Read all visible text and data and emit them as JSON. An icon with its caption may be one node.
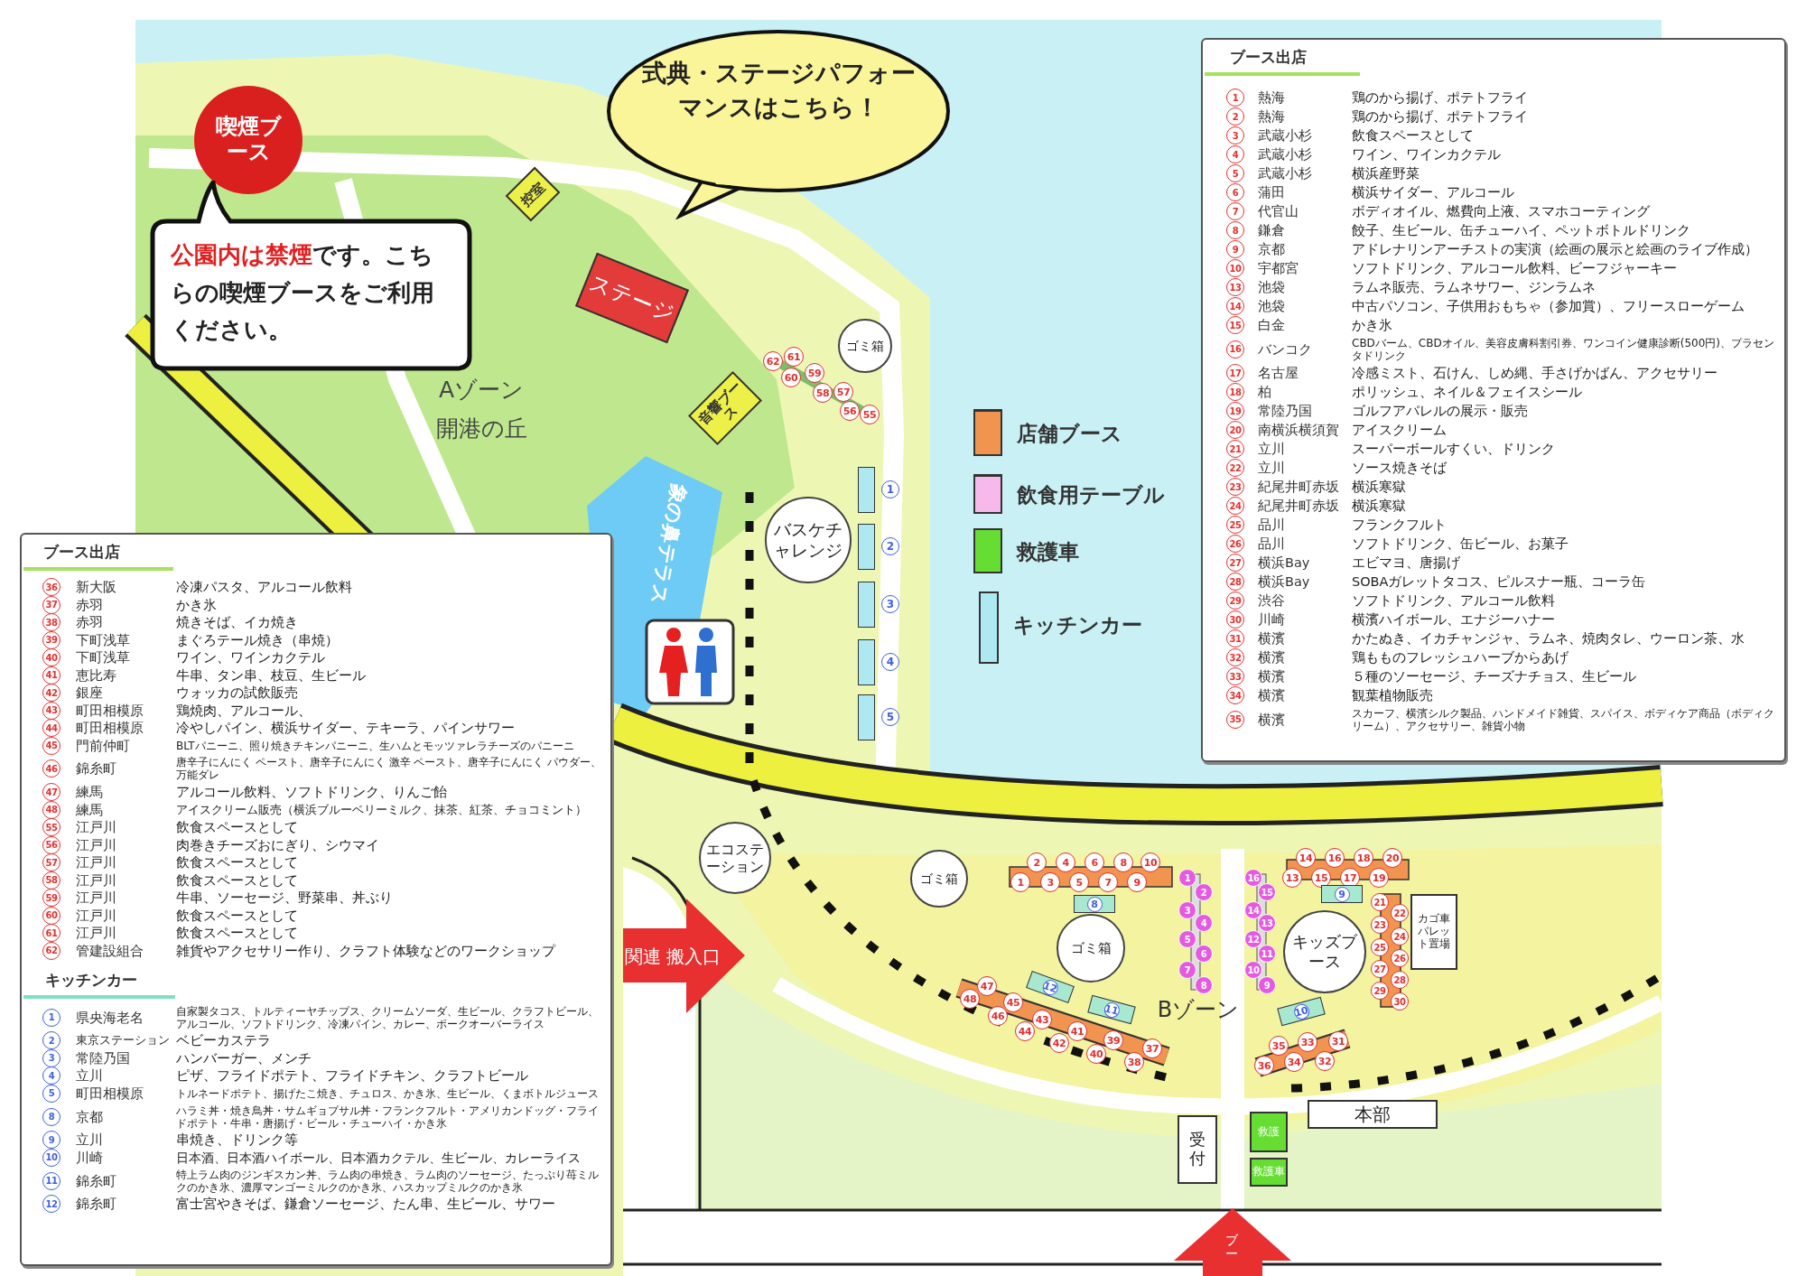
{
  "diagram": {
    "nodes": [
      {
        "text": [
          "喫煙ブース"
        ]
      },
      {
        "text": [
          "公園内は禁煙",
          "です。こちらの喫煙ブースをご利用ください。"
        ]
      },
      {
        "text": [
          "式典・ステージパフォーマンスはこちら！"
        ]
      },
      {
        "text": [
          "控室"
        ]
      },
      {
        "text": [
          "ステージ"
        ]
      },
      {
        "text": [
          "音響ブース"
        ]
      },
      {
        "text": [
          "ゴミ箱"
        ]
      },
      {
        "text": [
          "55"
        ]
      },
      {
        "text": [
          "56"
        ]
      },
      {
        "text": [
          "57"
        ]
      },
      {
        "text": [
          "58"
        ]
      },
      {
        "text": [
          "59"
        ]
      },
      {
        "text": [
          "60"
        ]
      },
      {
        "text": [
          "61"
        ]
      },
      {
        "text": [
          "62"
        ]
      },
      {
        "text": [
          "バスケチャレンジ"
        ]
      },
      {
        "text": [
          "1"
        ]
      },
      {
        "text": [
          "2"
        ]
      },
      {
        "text": [
          "3"
        ]
      },
      {
        "text": [
          "4"
        ]
      },
      {
        "text": [
          "5"
        ]
      },
      {
        "text": [
          "エコステーション"
        ]
      },
      {
        "text": [
          "ゴミ箱"
        ]
      },
      {
        "text": [
          "1"
        ]
      },
      {
        "text": [
          "2"
        ]
      },
      {
        "text": [
          "3"
        ]
      },
      {
        "text": [
          "4"
        ]
      },
      {
        "text": [
          "5"
        ]
      },
      {
        "text": [
          "6"
        ]
      },
      {
        "text": [
          "7"
        ]
      },
      {
        "text": [
          "8"
        ]
      },
      {
        "text": [
          "9"
        ]
      },
      {
        "text": [
          "10"
        ]
      },
      {
        "text": [
          "8"
        ]
      },
      {
        "text": [
          "1"
        ]
      },
      {
        "text": [
          "2"
        ]
      },
      {
        "text": [
          "3"
        ]
      },
      {
        "text": [
          "4"
        ]
      },
      {
        "text": [
          "5"
        ]
      },
      {
        "text": [
          "6"
        ]
      },
      {
        "text": [
          "7"
        ]
      },
      {
        "text": [
          "8"
        ]
      },
      {
        "text": [
          "9"
        ]
      },
      {
        "text": [
          "10"
        ]
      },
      {
        "text": [
          "11"
        ]
      },
      {
        "text": [
          "12"
        ]
      },
      {
        "text": [
          "13"
        ]
      },
      {
        "text": [
          "14"
        ]
      },
      {
        "text": [
          "15"
        ]
      },
      {
        "text": [
          "16"
        ]
      },
      {
        "text": [
          "13"
        ]
      },
      {
        "text": [
          "14"
        ]
      },
      {
        "text": [
          "15"
        ]
      },
      {
        "text": [
          "16"
        ]
      },
      {
        "text": [
          "17"
        ]
      },
      {
        "text": [
          "18"
        ]
      },
      {
        "text": [
          "19"
        ]
      },
      {
        "text": [
          "20"
        ]
      },
      {
        "text": [
          "21"
        ]
      },
      {
        "text": [
          "22"
        ]
      },
      {
        "text": [
          "23"
        ]
      },
      {
        "text": [
          "24"
        ]
      },
      {
        "text": [
          "25"
        ]
      },
      {
        "text": [
          "26"
        ]
      },
      {
        "text": [
          "27"
        ]
      },
      {
        "text": [
          "28"
        ]
      },
      {
        "text": [
          "29"
        ]
      },
      {
        "text": [
          "30"
        ]
      },
      {
        "text": [
          "9"
        ]
      },
      {
        "text": [
          "キッズブース"
        ]
      },
      {
        "text": [
          "カゴ車パレット置場"
        ]
      },
      {
        "text": [
          "ゴミ箱"
        ]
      },
      {
        "text": [
          "12"
        ]
      },
      {
        "text": [
          "11"
        ]
      },
      {
        "text": [
          "10"
        ]
      },
      {
        "text": [
          "37"
        ]
      },
      {
        "text": [
          "38"
        ]
      },
      {
        "text": [
          "39"
        ]
      },
      {
        "text": [
          "40"
        ]
      },
      {
        "text": [
          "41"
        ]
      },
      {
        "text": [
          "42"
        ]
      },
      {
        "text": [
          "43"
        ]
      },
      {
        "text": [
          "44"
        ]
      },
      {
        "text": [
          "45"
        ]
      },
      {
        "text": [
          "46"
        ]
      },
      {
        "text": [
          "47"
        ]
      },
      {
        "text": [
          "48"
        ]
      },
      {
        "text": [
          "31"
        ]
      },
      {
        "text": [
          "32"
        ]
      },
      {
        "text": [
          "33"
        ]
      },
      {
        "text": [
          "34"
        ]
      },
      {
        "text": [
          "35"
        ]
      },
      {
        "text": [
          "36"
        ]
      },
      {
        "text": [
          "受付"
        ]
      },
      {
        "text": [
          "救護"
        ]
      },
      {
        "text": [
          "救護車"
        ]
      },
      {
        "text": [
          "本部"
        ]
      }
    ],
    "labels": [
      "Aゾーン",
      "開港の丘",
      "象の鼻テラス",
      "関連 搬入口",
      "Bゾーン",
      "ブー",
      "ブース出店",
      "1",
      "熱海",
      "鶏のから揚げ、ポテトフライ",
      "2",
      "熱海",
      "鶏のから揚げ、ポテトフライ",
      "3",
      "武蔵小杉",
      "飲食スペースとして",
      "4",
      "武蔵小杉",
      "ワイン、ワインカクテル",
      "5",
      "武蔵小杉",
      "横浜産野菜",
      "6",
      "蒲田",
      "横浜サイダー、アルコール",
      "7",
      "代官山",
      "ボディオイル、燃費向上液、スマホコーティング",
      "8",
      "鎌倉",
      "餃子、生ビール、缶チューハイ、ペットボトルドリンク",
      "9",
      "京都",
      "アドレナリンアーチストの実演（絵画の展示と絵画のライブ作成）",
      "10",
      "宇都宮",
      "ソフトドリンク、アルコール飲料、ビーフジャーキー",
      "13",
      "池袋",
      "ラムネ販売、ラムネサワー、ジンラムネ",
      "14",
      "池袋",
      "中古パソコン、子供用おもちゃ（参加賞）、フリースローゲーム",
      "15",
      "白金",
      "かき氷",
      "16",
      "バンコク",
      "CBDバーム、CBDオイル、美容皮膚科割引券、ワンコイン健康診断(500円)、プラセンタドリンク",
      "17",
      "名古屋",
      "冷感ミスト、石けん、しめ縄、手さげかばん、アクセサリー",
      "18",
      "柏",
      "ポリッシュ、ネイル＆フェイスシール",
      "19",
      "常陸乃国",
      "ゴルフアパレルの展示・販売",
      "20",
      "南横浜横須賀",
      "アイスクリーム",
      "21",
      "立川",
      "スーパーボールすくい、ドリンク",
      "22",
      "立川",
      "ソース焼きそば",
      "23",
      "紀尾井町赤坂",
      "横浜寒獄",
      "24",
      "紀尾井町赤坂",
      "横浜寒獄",
      "25",
      "品川",
      "フランクフルト",
      "26",
      "品川",
      "ソフトドリンク、缶ビール、お菓子",
      "27",
      "横浜Bay",
      "エビマヨ、唐揚げ",
      "28",
      "横浜Bay",
      "SOBAガレットタコス、ピルスナー瓶、コーラ缶",
      "29",
      "渋谷",
      "ソフトドリンク、アルコール飲料",
      "30",
      "川崎",
      "横濱ハイボール、エナジーハナー",
      "31",
      "横濱",
      "かたぬき、イカチャンジャ、ラムネ、焼肉タレ、ウーロン茶、水",
      "32",
      "横濱",
      "鶏もものフレッシュハーブからあげ",
      "33",
      "横濱",
      "５種のソーセージ、チーズナチョス、生ビール",
      "34",
      "横濱",
      "観葉植物販売",
      "35",
      "横濱",
      "スカーフ、横濱シルク製品、ハンドメイド雑貨、スパイス、ボディケア商品（ボディクリーム）、アクセサリー、雑貨小物",
      "ブース出店",
      "36",
      "新大阪",
      "冷凍パスタ、アルコール飲料",
      "37",
      "赤羽",
      "かき氷",
      "38",
      "赤羽",
      "焼きそば、イカ焼き",
      "39",
      "下町浅草",
      "まぐろテール焼き（串焼）",
      "40",
      "下町浅草",
      "ワイン、ワインカクテル",
      "41",
      "恵比寿",
      "牛串、タン串、枝豆、生ビール",
      "42",
      "銀座",
      "ウォッカの試飲販売",
      "43",
      "町田相模原",
      "鶏焼肉、アルコール、",
      "44",
      "町田相模原",
      "冷やしパイン、横浜サイダー、テキーラ、パインサワー",
      "45",
      "門前仲町",
      "BLTパニーニ、照り焼きチキンパニーニ、生ハムとモッツァレラチーズのパニーニ",
      "46",
      "錦糸町",
      "唐辛子にんにく ペースト、唐辛子にんにく 激辛 ペースト、唐辛子にんにく パウダー、万能ダレ",
      "47",
      "練馬",
      "アルコール飲料、ソフトドリンク、りんご飴",
      "48",
      "練馬",
      "アイスクリーム販売（横浜ブルーベリーミルク、抹茶、紅茶、チョコミント）",
      "55",
      "江戸川",
      "飲食スペースとして",
      "56",
      "江戸川",
      "肉巻きチーズおにぎり、シウマイ",
      "57",
      "江戸川",
      "飲食スペースとして",
      "58",
      "江戸川",
      "飲食スペースとして",
      "59",
      "江戸川",
      "牛串、ソーセージ、野菜串、丼ぶり",
      "60",
      "江戸川",
      "飲食スペースとして",
      "61",
      "江戸川",
      "飲食スペースとして",
      "62",
      "管建設組合",
      "雑貨やアクセサリー作り、クラフト体験などのワークショップ",
      "キッチンカー",
      "1",
      "県央海老名",
      "自家製タコス、トルティーヤチップス、クリームソーダ、生ビール、クラフトビール、アルコール、ソフトドリンク、冷凍パイン、カレー、ポークオーバーライス",
      "2",
      "東京ステーション",
      "ベビーカステラ",
      "3",
      "常陸乃国",
      "ハンバーガー、メンチ",
      "4",
      "立川",
      "ピザ、フライドポテト、フライドチキン、クラフトビール",
      "5",
      "町田相模原",
      "トルネードポテト、揚げたこ焼き、チュロス、かき氷、生ビール、くまボトルジュース",
      "8",
      "京都",
      "ハラミ丼・焼き鳥丼・サムギョプサル丼・フランクフルト・アメリカンドッグ・フライドポテト・牛串・唐揚げ・ビール・チューハイ・かき氷",
      "9",
      "立川",
      "串焼き、ドリンク等",
      "10",
      "川崎",
      "日本酒、日本酒ハイボール、日本酒カクテル、生ビール、カレーライス",
      "11",
      "錦糸町",
      "特上ラム肉のジンギスカン丼、ラム肉の串焼き、ラム肉のソーセージ、たっぷり苺ミルクのかき氷、濃厚マンゴーミルクのかき氷、ハスカップミルクのかき氷",
      "12",
      "錦糸町",
      "富士宮やきそば、鎌倉ソーセージ、たん串、生ビール、サワー"
    ],
    "legend": [
      {
        "text": "店舗ブース",
        "color": "#f0944f"
      },
      {
        "text": "飲食用テーブル",
        "color": "#f7b8ec"
      },
      {
        "text": "救護車",
        "color": "#66dd33"
      },
      {
        "text": "キッチンカー",
        "color": "#aee9f2"
      }
    ]
  }
}
